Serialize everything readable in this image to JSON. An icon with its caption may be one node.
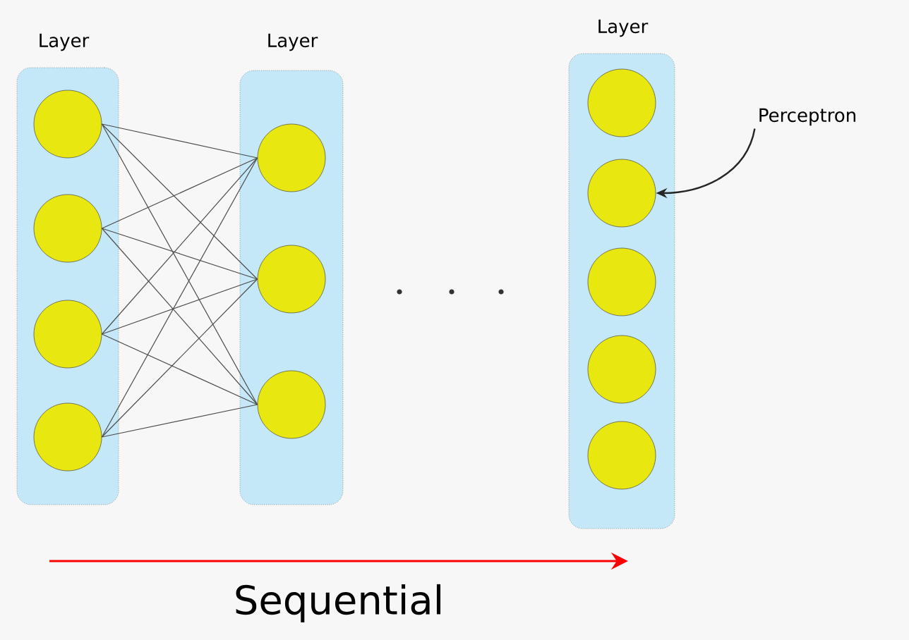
{
  "diagram": {
    "nodes": [
      {
        "text": [
          "Layer"
        ]
      },
      {
        "text": [],
        "shape": "circle",
        "in": 0
      },
      {
        "text": [],
        "shape": "circle",
        "in": 0
      },
      {
        "text": [],
        "shape": "circle",
        "in": 0
      },
      {
        "text": [],
        "shape": "circle",
        "in": 0
      },
      {
        "text": [
          "Layer"
        ]
      },
      {
        "text": [],
        "shape": "circle",
        "in": 5
      },
      {
        "text": [],
        "shape": "circle",
        "in": 5
      },
      {
        "text": [],
        "shape": "circle",
        "in": 5
      },
      {
        "text": [
          "Layer"
        ]
      },
      {
        "text": [],
        "shape": "circle",
        "in": 9
      },
      {
        "text": [],
        "shape": "circle",
        "in": 9
      },
      {
        "text": [],
        "shape": "circle",
        "in": 9
      },
      {
        "text": [],
        "shape": "circle",
        "in": 9
      },
      {
        "text": [],
        "shape": "circle",
        "in": 9
      },
      {
        "text": [
          "Perceptron"
        ]
      }
    ],
    "edges": [
      {
        "from": 1,
        "to": 6,
        "arrow": "none"
      },
      {
        "from": 1,
        "to": 7,
        "arrow": "none"
      },
      {
        "from": 1,
        "to": 8,
        "arrow": "none"
      },
      {
        "from": 2,
        "to": 6,
        "arrow": "none"
      },
      {
        "from": 2,
        "to": 7,
        "arrow": "none"
      },
      {
        "from": 2,
        "to": 8,
        "arrow": "none"
      },
      {
        "from": 3,
        "to": 6,
        "arrow": "none"
      },
      {
        "from": 3,
        "to": 7,
        "arrow": "none"
      },
      {
        "from": 3,
        "to": 8,
        "arrow": "none"
      },
      {
        "from": 4,
        "to": 6,
        "arrow": "none"
      },
      {
        "from": 4,
        "to": 7,
        "arrow": "none"
      },
      {
        "from": 4,
        "to": 8,
        "arrow": "none"
      },
      {
        "from": 15,
        "to": 11,
        "arrow": "to"
      }
    ],
    "labels": [
      "Sequential"
    ]
  }
}
